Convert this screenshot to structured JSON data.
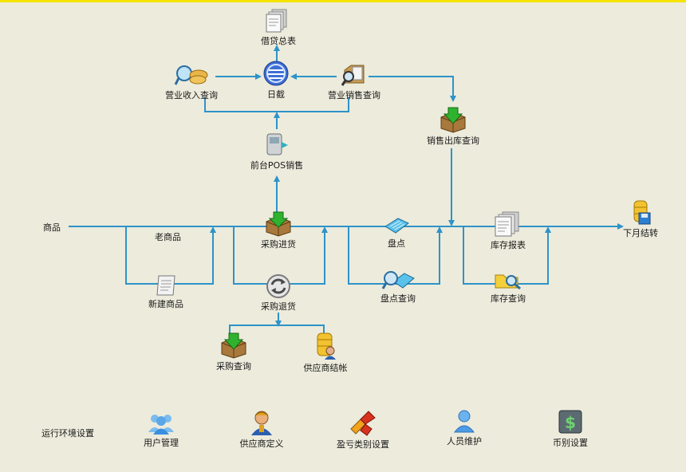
{
  "colors": {
    "background": "#ecebdc",
    "line": "#2e93c9",
    "top_bar": "#f5e400"
  },
  "labels": {
    "goods": "商品",
    "old_goods": "老商品",
    "env_settings": "运行环境设置"
  },
  "nodes": {
    "ledger_summary": {
      "label": "借贷总表",
      "icon": "document-stack-icon"
    },
    "daily_close": {
      "label": "日截",
      "icon": "globe-icon"
    },
    "revenue_query": {
      "label": "营业收入查询",
      "icon": "magnifier-coins-icon"
    },
    "sales_query": {
      "label": "营业销售查询",
      "icon": "folder-search-icon"
    },
    "sales_outbound_query": {
      "label": "销售出库查询",
      "icon": "box-green-arrow-icon"
    },
    "pos_sales": {
      "label": "前台POS销售",
      "icon": "pos-terminal-icon"
    },
    "purchase_in": {
      "label": "采购进货",
      "icon": "box-green-arrow-icon"
    },
    "new_goods": {
      "label": "新建商品",
      "icon": "document-icon"
    },
    "purchase_return": {
      "label": "采购退货",
      "icon": "refresh-icon"
    },
    "purchase_query": {
      "label": "采购查询",
      "icon": "box-green-arrow-icon"
    },
    "supplier_settlement": {
      "label": "供应商结帐",
      "icon": "coin-stack-person-icon"
    },
    "stocktake": {
      "label": "盘点",
      "icon": "calculator-icon"
    },
    "stocktake_query": {
      "label": "盘点查询",
      "icon": "magnifier-calculator-icon"
    },
    "inventory_report": {
      "label": "库存报表",
      "icon": "document-stack-icon"
    },
    "inventory_query": {
      "label": "库存查询",
      "icon": "folder-magnifier-icon"
    },
    "month_end": {
      "label": "下月结转",
      "icon": "coin-stack-disk-icon"
    }
  },
  "settings": {
    "user_mgmt": {
      "label": "用户管理",
      "icon": "users-icon"
    },
    "supplier_def": {
      "label": "供应商定义",
      "icon": "supplier-person-icon"
    },
    "profit_loss_types": {
      "label": "盈亏类别设置",
      "icon": "puzzle-icon"
    },
    "staff_maint": {
      "label": "人员维护",
      "icon": "person-icon"
    },
    "currency_setup": {
      "label": "币别设置",
      "icon": "currency-icon"
    }
  }
}
